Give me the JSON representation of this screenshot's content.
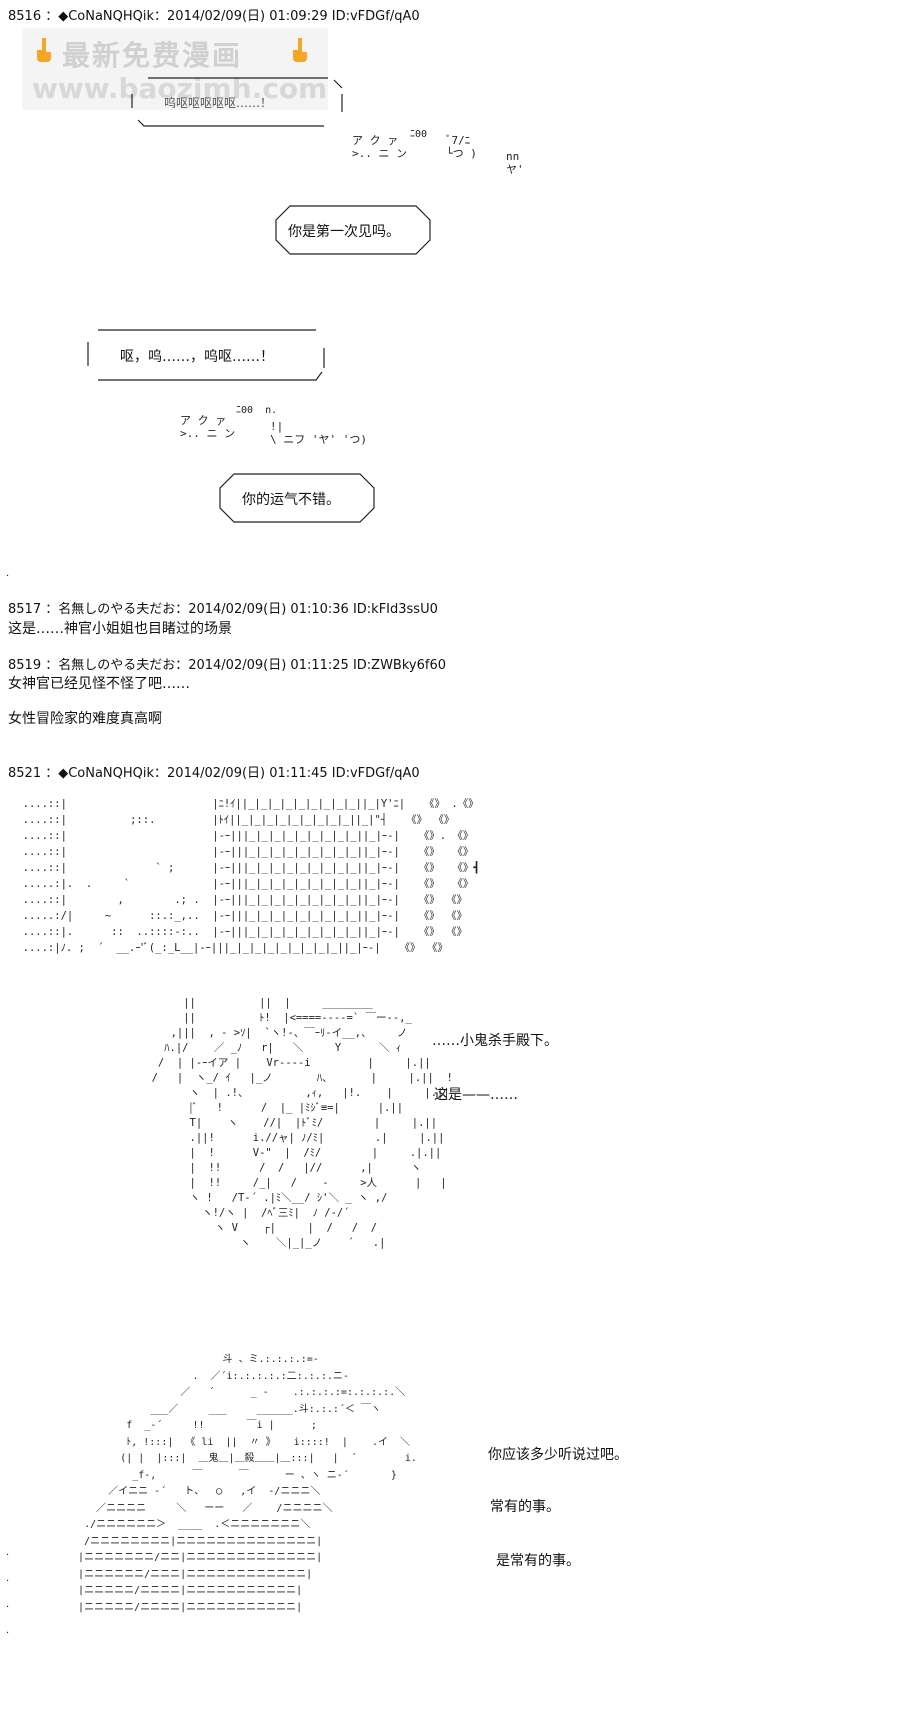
{
  "watermark": {
    "title": "最新免费漫画",
    "url": "www.baozimh.com",
    "icon": "pointing-hand-icon",
    "color": "#f5a623"
  },
  "posts": [
    {
      "header": "8516 ：◆CoNaNQHQik：2014/02/09(日) 01:09:29 ID:vFDGf/qA0"
    },
    {
      "header": "8517 ：名無しのやる夫だお：2014/02/09(日) 01:10:36 ID:kFId3ssU0",
      "lines": [
        "这是……神官小姐姐也目睹过的场景"
      ]
    },
    {
      "header": "8519 ：名無しのやる夫だお：2014/02/09(日) 01:11:25 ID:ZWBky6f60",
      "lines": [
        "女神官已经见怪不怪了吧……",
        "女性冒险家的难度真高啊"
      ]
    },
    {
      "header": "8521 ：◆CoNaNQHQik：2014/02/09(日) 01:11:45 ID:vFDGf/qA0"
    }
  ],
  "bubbles": {
    "b1": "呜呕呕呕呕呕……！",
    "b2": "你是第一次见吗。",
    "b3": "呕，呜……，呜呕……！",
    "b4": "你的运气不错。"
  },
  "sfx": {
    "s1": "ア ク ァ\n>.. ニ ン",
    "s2": "ア ク ァ\n>.. ニ ン",
    "s3": "ﾞ7/ﾆ\n└つ )",
    "s4": "nn\nヤ'",
    "s5": "!|\n\\ ニフ 'ヤ' 'つ)"
  },
  "captions": {
    "c1": "……小鬼杀手殿下。",
    "c2": "这是——……",
    "c3": "你应该多少听说过吧。",
    "c4": "常有的事。",
    "c5": "是常有的事。"
  },
  "aa": {
    "building": "  ....::|                       |ﾆ!ｲ||_|_|_|_|_|_|_|_|_||_|Y'ﾆ|   《》 .《》\n  ....::|          ;::.         |ﾄｲ||_|_|_|_|_|_|_|_|_||_|\"┤   《》 《》\n  ....::|                       |-ｰ|||_|_|_|_|_|_|_|_|_||_|ｰ-|   《》. 《》\n  ....::|                       |-ｰ|||_|_|_|_|_|_|_|_|_||_|ｰ-|   《》  《》\n  ....::|              ` ;      |-ｰ|||_|_|_|_|_|_|_|_|_||_|ｰ-|   《》  《》┫\n  .....:|.  .     `             |-ｰ|||_|_|_|_|_|_|_|_|_||_|ｰ-|   《》  《》\n  ....::|        ,        .; .  |-ｰ|||_|_|_|_|_|_|_|_|_||_|ｰ-|   《》 《》\n  .....:/|     ~      ::.:_,..  |-ｰ|||_|_|_|_|_|_|_|_|_||_|ｰ-|   《》 《》\n  ....::|.      ::  ..::::-:..  |-ｰ|||_|_|_|_|_|_|_|_|_||_|ｰ-|   《》 《》\n  ....:|ﾉ. ;  ´  __.ｰ'ﾞ(_:_L__|-ｰ|||_|_|_|_|_|_|_|_|_||_|ｰ-|   《》 《》",
    "figure": "          ||          ||  |     ________\n          ||          ﾄ!  |<====----=` ￣ー--,_\n        ,|||  , - >ｿ|  `ヽ!-、￣ｰﾘ-イ__,、    ノ\n       ﾊ.|/    ／ _ﾉ   r|   ＼     Y      ＼ ｨ\n      /  | |-ｰイア |    Vr-‐--i         |     |.||\n     /   |  ヽ_/ ｲ   |_ノ       ﾊ、      |     |.||  !\n           ヽ  | .!、         ,ｨ,   |!.    |     |.||\n           |ﾞ   !      /  |_ |ﾐｼﾞ≡=|      |.||\n           T|    ヽ    //|  |ﾄﾞﾐ/        |     |.||\n           .||!      i.//ャ| ﾉ/ﾐ|        .|     |.||\n           |  !      V-\"  |  /ﾐ/        |     .|.||\n           |  !!      /  /   |//      ,|      ヽ\n           |  !!     /_|   /    -     >人      |   |\n           ヽ !   /T-´ .|ﾐ＼__/ ｼ'＼ _ ヽ ,/\n             ヽ!/ヽ |  /ﾍﾞ三ﾐ|  ﾉ /-/´\n               ヽ V    ┌|     |  /   /  /\n                   ヽ    ＼|_|_ノ    ´   .|",
    "goblin": "                           斗 、ミ.:.:.:.:=-\n                      .  ／´i:.:.:.:.:二:.:.:.ニ-\n                    ／   ´      _ -    .:.:.:.:=:.:.:.:.＼\n               ___／     ___     ______.斗:.:.:´＜ ￣ヽ\n           f  _-´     !!       ￣i |      ;\n           ﾄ, !:::|  《 li  ||  〃 》   i::::!  |    .イ  ＼\n          (| |  |:::|  ＿鬼＿|＿殺＿＿|＿:::|   |  ´        i.\n            _f-,      ￣      ￣      ー 、ヽ ニ-´       }\n        ／イニニ ‐´   ト、  ◯   ,イ  ‐/ニニニ＼\n      ／ニニニニ     ＼   ーー   ／    /ニニニニ＼\n    ./ニニニニニニ＞  ____  .＜ニニニニニニニ＼\n    /ニニニニニニニニ|ニニニニニニニニニニニニニニ|\n   |ニニニニニニニ/ニニ|ニニニニニニニニニニニニニ|\n   |ニニニニニニ/ニニニ|ニニニニニニニニニニニニ|\n   |ニニニニニ/ニニニニ|ニニニニニニニニニニニ|\n   |ニニニニニ/ニニニニ|ニニニニニニニニニニニ|"
  }
}
